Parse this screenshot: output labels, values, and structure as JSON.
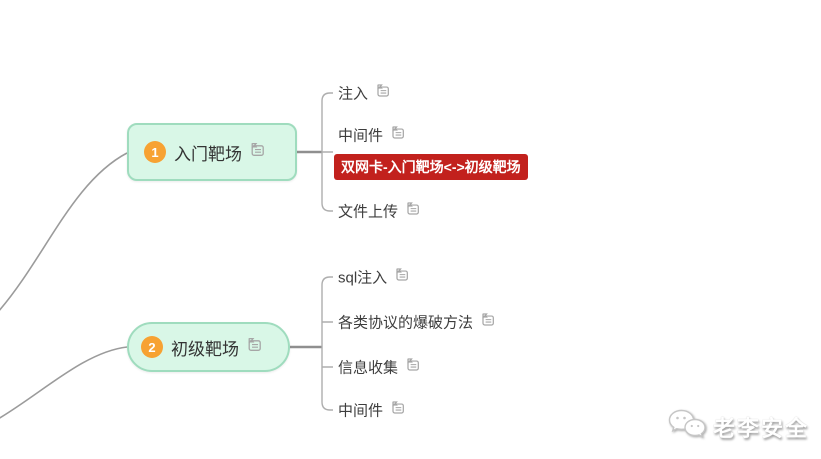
{
  "mindmap": {
    "branches": [
      {
        "badge": "1",
        "label": "入门靶场",
        "children": [
          {
            "label": "注入"
          },
          {
            "label": "中间件",
            "callout": "双网卡-入门靶场<->初级靶场"
          },
          {
            "label": "文件上传"
          }
        ]
      },
      {
        "badge": "2",
        "label": "初级靶场",
        "children": [
          {
            "label": "sql注入"
          },
          {
            "label": "各类协议的爆破方法"
          },
          {
            "label": "信息收集"
          },
          {
            "label": "中间件"
          }
        ]
      }
    ],
    "colors": {
      "topic_fill": "#d9f7e7",
      "topic_border": "#9fdcbe",
      "badge": "#f7a232",
      "callout_bg": "#c2211d",
      "callout_text": "#ffffff",
      "line": "#9b9b9b"
    }
  },
  "watermark": {
    "text": "老李安全"
  }
}
